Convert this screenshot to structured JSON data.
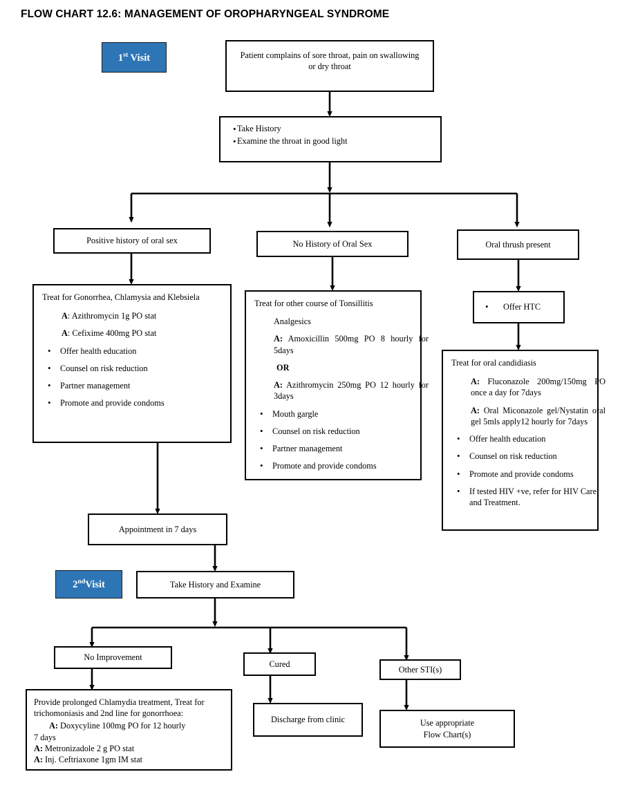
{
  "chart_data": {
    "type": "diagram",
    "title": "FLOW CHART 12.6: MANAGEMENT OF OROPHARYNGEAL SYNDROME",
    "accent_color": "#2E75B6",
    "nodes": [
      {
        "id": "badge1",
        "label": "1st Visit",
        "kind": "badge"
      },
      {
        "id": "n1",
        "label": "Patient complains of sore throat, pain on swallowing or dry throat",
        "kind": "process"
      },
      {
        "id": "n2",
        "label": "Take History / Examine the throat in good light",
        "kind": "process"
      },
      {
        "id": "n3",
        "label": "Positive history of oral sex",
        "kind": "decision-branch"
      },
      {
        "id": "n4",
        "label": "No History of Oral Sex",
        "kind": "decision-branch"
      },
      {
        "id": "n5",
        "label": "Oral thrush present",
        "kind": "decision-branch"
      },
      {
        "id": "n6",
        "label": "Treat for Gonorrhea, Chlamysia and Klebsiela",
        "kind": "treatment"
      },
      {
        "id": "n7",
        "label": "Treat for other course of Tonsillitis",
        "kind": "treatment"
      },
      {
        "id": "n8",
        "label": "Offer HTC",
        "kind": "process"
      },
      {
        "id": "n9",
        "label": "Treat for oral candidiasis",
        "kind": "treatment"
      },
      {
        "id": "n10",
        "label": "Appointment in 7 days",
        "kind": "process"
      },
      {
        "id": "badge2",
        "label": "2ndVisit",
        "kind": "badge"
      },
      {
        "id": "n11",
        "label": "Take History and Examine",
        "kind": "process"
      },
      {
        "id": "n12",
        "label": "No Improvement",
        "kind": "outcome"
      },
      {
        "id": "n13",
        "label": "Cured",
        "kind": "outcome"
      },
      {
        "id": "n14",
        "label": "Other STI(s)",
        "kind": "outcome"
      },
      {
        "id": "n15",
        "label": "Provide prolonged Chlamydia treatment...",
        "kind": "treatment"
      },
      {
        "id": "n16",
        "label": "Discharge from clinic",
        "kind": "terminal"
      },
      {
        "id": "n17",
        "label": "Use appropriate Flow Chart(s)",
        "kind": "terminal"
      }
    ],
    "edges": [
      {
        "from": "n1",
        "to": "n2"
      },
      {
        "from": "n2",
        "to": "n3"
      },
      {
        "from": "n2",
        "to": "n4"
      },
      {
        "from": "n2",
        "to": "n5"
      },
      {
        "from": "n3",
        "to": "n6"
      },
      {
        "from": "n4",
        "to": "n7"
      },
      {
        "from": "n5",
        "to": "n8"
      },
      {
        "from": "n8",
        "to": "n9"
      },
      {
        "from": "n6",
        "to": "n10"
      },
      {
        "from": "n10",
        "to": "n11"
      },
      {
        "from": "n11",
        "to": "n12"
      },
      {
        "from": "n11",
        "to": "n13"
      },
      {
        "from": "n11",
        "to": "n14"
      },
      {
        "from": "n12",
        "to": "n15"
      },
      {
        "from": "n13",
        "to": "n16"
      },
      {
        "from": "n14",
        "to": "n17"
      }
    ]
  },
  "title": "FLOW CHART 12.6: MANAGEMENT OF OROPHARYNGEAL SYNDROME",
  "badges": {
    "first_visit_num": "1",
    "first_visit_sup": "st",
    "first_visit_word": " Visit",
    "second_visit_num": "2",
    "second_visit_sup": "nd",
    "second_visit_word": "Visit"
  },
  "complaint": {
    "line1": "Patient complains of sore throat, pain on swallowing",
    "line2": "or dry throat"
  },
  "history": {
    "item1": "Take History",
    "item2": "Examine the throat in good light"
  },
  "branches": {
    "positive_oral_sex": "Positive history of oral sex",
    "no_oral_sex": "No History of Oral Sex",
    "oral_thrush": "Oral thrush present"
  },
  "treat_gonorrhea": {
    "heading": "Treat for Gonorrhea, Chlamysia and Klebsiela",
    "drug_label_1": "A",
    "drug_1": ": Azithromycin 1g PO stat",
    "drug_label_2": "A",
    "drug_2": ": Cefixime 400mg PO stat",
    "bullets": [
      "Offer health education",
      "Counsel on risk reduction",
      "Partner management",
      "Promote and provide condoms"
    ]
  },
  "treat_tonsillitis": {
    "heading": "Treat for other course of Tonsillitis",
    "analgesics": "Analgesics",
    "drug_label_1": "A:",
    "drug_1": " Amoxicillin 500mg PO 8 hourly for 5days",
    "or": "OR",
    "drug_label_2": "A:",
    "drug_2": " Azithromycin 250mg PO 12 hourly for 3days",
    "bullets": [
      "Mouth gargle",
      "Counsel on risk reduction",
      "Partner management",
      "Promote and provide condoms"
    ]
  },
  "offer_htc": {
    "bullet": "Offer HTC"
  },
  "treat_candidiasis": {
    "heading": "Treat for oral candidiasis",
    "drug_label_1": "A:",
    "drug_1": " Fluconazole 200mg/150mg PO once a day for 7days",
    "drug_label_2": "A:",
    "drug_2": " Oral Miconazole gel/Nystatin oral gel 5mls apply12 hourly for 7days",
    "bullets": [
      "Offer health education",
      "Counsel on risk reduction",
      "Promote and provide condoms",
      "If tested HIV +ve, refer for HIV Care and Treatment."
    ]
  },
  "appointment": {
    "label": "Appointment in 7 days"
  },
  "second_visit": {
    "take_history": "Take History and Examine"
  },
  "outcomes": {
    "no_improvement": "No Improvement",
    "cured": "Cured",
    "other_sti": "Other STI(s)"
  },
  "prolonged": {
    "line1": "Provide prolonged Chlamydia treatment, Treat for",
    "line2": "trichomoniasis and 2nd line for gonorrhoea:",
    "drug_label_1": "A:",
    "drug_1": " Doxycyline 100mg PO for 12 hourly",
    "drug_1b": "7 days",
    "drug_label_2": "A:",
    "drug_2": " Metronizadole 2 g PO stat",
    "drug_label_3": "A:",
    "drug_3": " Inj. Ceftriaxone 1gm IM stat"
  },
  "terminals": {
    "discharge": "Discharge from clinic",
    "use_flowchart_line1": "Use appropriate",
    "use_flowchart_line2": "Flow Chart(s)"
  }
}
